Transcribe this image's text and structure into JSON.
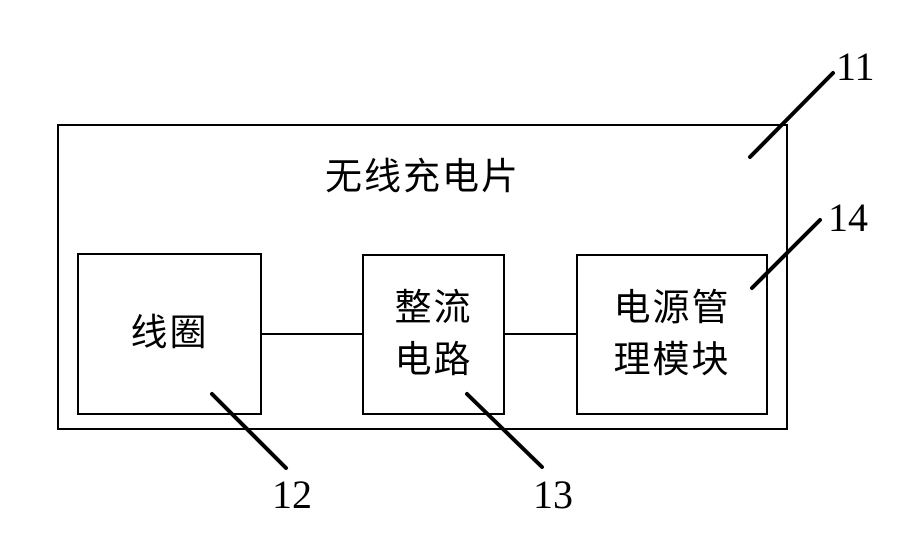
{
  "figure": {
    "title": "无线充电片",
    "container": {
      "label": "无线充电片",
      "ref": "11"
    },
    "blocks": [
      {
        "id": "coil",
        "label": "线圈",
        "label_line1": "线圈",
        "label_line2": "",
        "ref": "12"
      },
      {
        "id": "rectifier-circuit",
        "label": "整流电路",
        "label_line1": "整流",
        "label_line2": "电路",
        "ref": "13"
      },
      {
        "id": "power-management-module",
        "label": "电源管理模块",
        "label_line1": "电源管",
        "label_line2": "理模块",
        "ref": "14"
      }
    ],
    "connections": [
      {
        "from": "线圈",
        "to": "整流电路"
      },
      {
        "from": "整流电路",
        "to": "电源管理模块"
      }
    ],
    "colors": {
      "line": "#000000",
      "background": "#ffffff",
      "text": "#000000"
    }
  }
}
